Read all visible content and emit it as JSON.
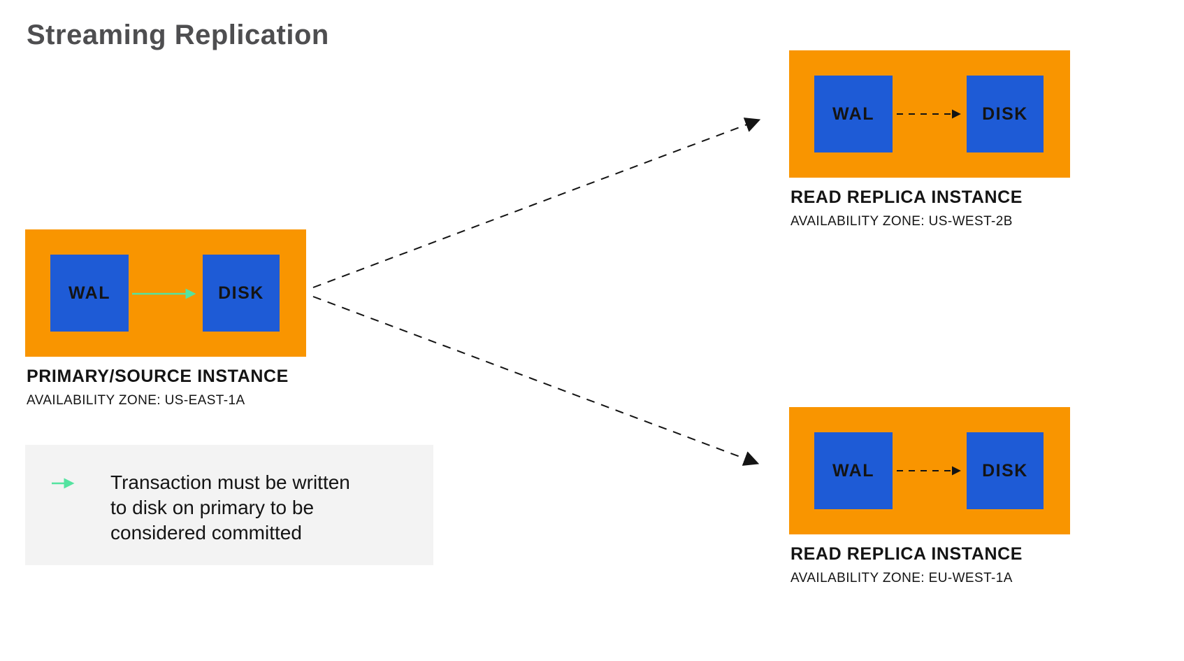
{
  "title": "Streaming Replication",
  "colors": {
    "orange": "#F99500",
    "blue": "#1E5BD6",
    "green": "#54E3A0",
    "legend_bg": "#F3F3F3",
    "title_text": "#4E4E50",
    "text": "#141414"
  },
  "primary": {
    "wal_label": "WAL",
    "disk_label": "DISK",
    "name": "PRIMARY/SOURCE INSTANCE",
    "zone": "AVAILABILITY ZONE: US-EAST-1A"
  },
  "replicas": [
    {
      "wal_label": "WAL",
      "disk_label": "DISK",
      "name": "READ REPLICA INSTANCE",
      "zone": "AVAILABILITY ZONE: US-WEST-2B"
    },
    {
      "wal_label": "WAL",
      "disk_label": "DISK",
      "name": "READ REPLICA INSTANCE",
      "zone": "AVAILABILITY ZONE: EU-WEST-1A"
    }
  ],
  "legend": {
    "lines": [
      "Transaction must be written",
      "to disk on primary to be",
      "considered committed"
    ]
  }
}
